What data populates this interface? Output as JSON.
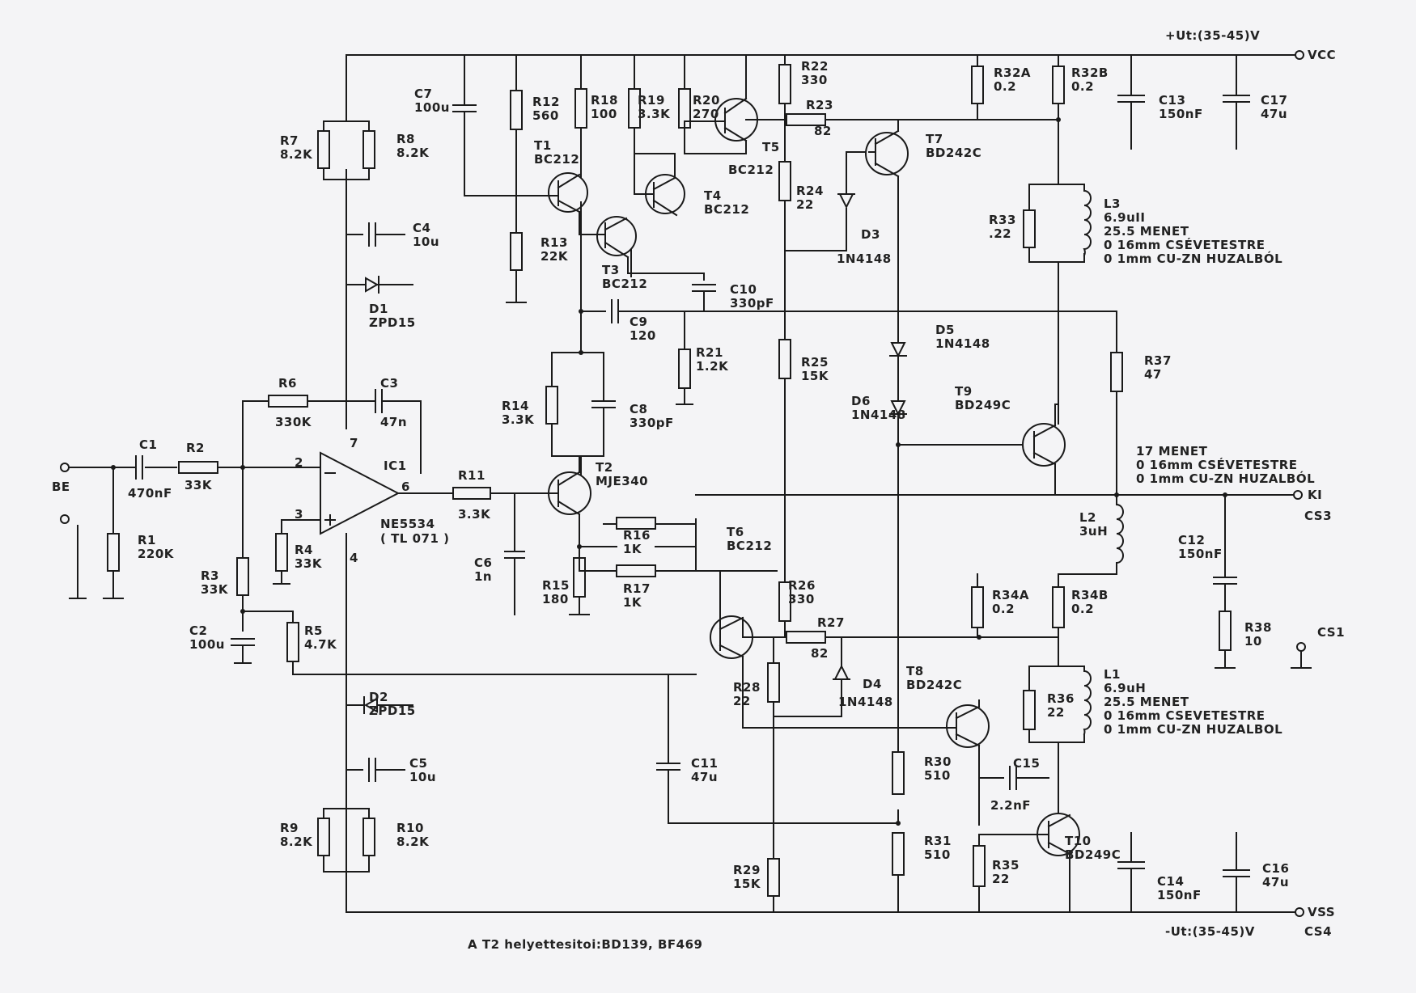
{
  "rails": {
    "pos_supply": "+Ut:(35-45)V",
    "neg_supply": "-Ut:(35-45)V",
    "vcc": "VCC",
    "vss": "VSS"
  },
  "ports": {
    "input": "BE",
    "output": "KI",
    "cs1": "CS1",
    "cs3": "CS3",
    "cs4": "CS4"
  },
  "ic": {
    "ref": "IC1",
    "part": "NE5534",
    "alt": "( TL 071 )",
    "pin2": "2",
    "pin3": "3",
    "pin4": "4",
    "pin6": "6",
    "pin7": "7"
  },
  "resistors": [
    {
      "ref": "R1",
      "value": "220K"
    },
    {
      "ref": "R2",
      "value": "33K"
    },
    {
      "ref": "R3",
      "value": "33K"
    },
    {
      "ref": "R4",
      "value": "33K"
    },
    {
      "ref": "R5",
      "value": "4.7K"
    },
    {
      "ref": "R6",
      "value": "330K"
    },
    {
      "ref": "R7",
      "value": "8.2K"
    },
    {
      "ref": "R8",
      "value": "8.2K"
    },
    {
      "ref": "R9",
      "value": "8.2K"
    },
    {
      "ref": "R10",
      "value": "8.2K"
    },
    {
      "ref": "R11",
      "value": "3.3K"
    },
    {
      "ref": "R12",
      "value": "560"
    },
    {
      "ref": "R13",
      "value": "22K"
    },
    {
      "ref": "R14",
      "value": "3.3K"
    },
    {
      "ref": "R15",
      "value": "180"
    },
    {
      "ref": "R16",
      "value": "1K"
    },
    {
      "ref": "R17",
      "value": "1K"
    },
    {
      "ref": "R18",
      "value": "100"
    },
    {
      "ref": "R19",
      "value": "3.3K"
    },
    {
      "ref": "R20",
      "value": "270"
    },
    {
      "ref": "R21",
      "value": "1.2K"
    },
    {
      "ref": "R22",
      "value": "330"
    },
    {
      "ref": "R23",
      "value": "82"
    },
    {
      "ref": "R24",
      "value": "22"
    },
    {
      "ref": "R25",
      "value": "15K"
    },
    {
      "ref": "R26",
      "value": "330"
    },
    {
      "ref": "R27",
      "value": "82"
    },
    {
      "ref": "R28",
      "value": "22"
    },
    {
      "ref": "R29",
      "value": "15K"
    },
    {
      "ref": "R30",
      "value": "510"
    },
    {
      "ref": "R31",
      "value": "510"
    },
    {
      "ref": "R32A",
      "value": "0.2"
    },
    {
      "ref": "R32B",
      "value": "0.2"
    },
    {
      "ref": "R33",
      "value": ".22"
    },
    {
      "ref": "R34A",
      "value": "0.2"
    },
    {
      "ref": "R34B",
      "value": "0.2"
    },
    {
      "ref": "R35",
      "value": "22"
    },
    {
      "ref": "R36",
      "value": "22"
    },
    {
      "ref": "R37",
      "value": "47"
    },
    {
      "ref": "R38",
      "value": "10"
    }
  ],
  "capacitors": [
    {
      "ref": "C1",
      "value": "470nF"
    },
    {
      "ref": "C2",
      "value": "100u"
    },
    {
      "ref": "C3",
      "value": "47n"
    },
    {
      "ref": "C4",
      "value": "10u"
    },
    {
      "ref": "C5",
      "value": "10u"
    },
    {
      "ref": "C6",
      "value": "1n"
    },
    {
      "ref": "C7",
      "value": "100u"
    },
    {
      "ref": "C8",
      "value": "330pF"
    },
    {
      "ref": "C9",
      "value": "120"
    },
    {
      "ref": "C10",
      "value": "330pF"
    },
    {
      "ref": "C11",
      "value": "47u"
    },
    {
      "ref": "C12",
      "value": "150nF"
    },
    {
      "ref": "C13",
      "value": "150nF"
    },
    {
      "ref": "C14",
      "value": "150nF"
    },
    {
      "ref": "C15",
      "value": "2.2nF"
    },
    {
      "ref": "C16",
      "value": "47u"
    },
    {
      "ref": "C17",
      "value": "47u"
    }
  ],
  "transistors": [
    {
      "ref": "T1",
      "part": "BC212"
    },
    {
      "ref": "T2",
      "part": "MJE340"
    },
    {
      "ref": "T3",
      "part": "BC212"
    },
    {
      "ref": "T4",
      "part": "BC212"
    },
    {
      "ref": "T5",
      "part": "BC212"
    },
    {
      "ref": "T6",
      "part": "BC212"
    },
    {
      "ref": "T7",
      "part": "BD242C"
    },
    {
      "ref": "T8",
      "part": "BD242C"
    },
    {
      "ref": "T9",
      "part": "BD249C"
    },
    {
      "ref": "T10",
      "part": "BD249C"
    }
  ],
  "diodes": [
    {
      "ref": "D1",
      "part": "ZPD15"
    },
    {
      "ref": "D2",
      "part": "ZPD15"
    },
    {
      "ref": "D3",
      "part": "1N4148"
    },
    {
      "ref": "D4",
      "part": "1N4148"
    },
    {
      "ref": "D5",
      "part": "1N4148"
    },
    {
      "ref": "D6",
      "part": "1N4148"
    }
  ],
  "inductors": {
    "L1": {
      "ref": "L1",
      "value": "6.9uH",
      "line1": "25.5 MENET",
      "line2": "0 16mm CSEVETESTRE",
      "line3": "0 1mm CU-ZN HUZALBOL"
    },
    "L2": {
      "ref": "L2",
      "value": "3uH",
      "line1": "17 MENET",
      "line2": "0 16mm CSÉVETESTRE",
      "line3": "0 1mm CU-ZN HUZALBÓL"
    },
    "L3": {
      "ref": "L3",
      "value": "6.9uII",
      "line1": "25.5 MENET",
      "line2": "0 16mm CSÉVETESTRE",
      "line3": "0 1mm CU-ZN HUZALBÓL"
    }
  },
  "footnote": "A T2 helyettesitoi:BD139, BF469"
}
